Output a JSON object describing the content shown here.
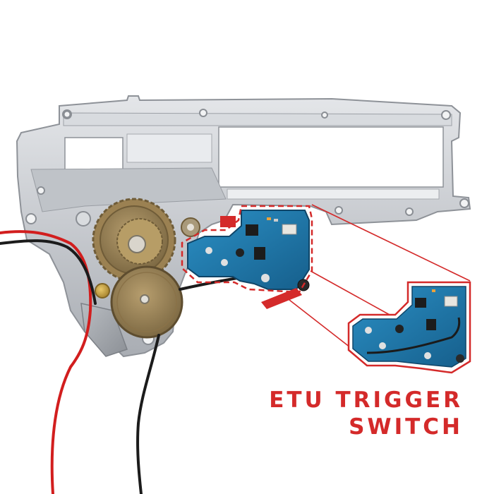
{
  "caption": {
    "line1": "ETU TRIGGER",
    "line2": "SWITCH"
  },
  "colors": {
    "accent": "#d42a2a",
    "gearbox_metal": "#c8cbd0",
    "pcb": "#1f7fb0",
    "gear_bronze": "#a88a55"
  },
  "icons": [
    "gearbox-shell",
    "spur-gear",
    "sector-gear",
    "bevel-gear",
    "etu-circuit-board",
    "wire-red",
    "wire-black",
    "zoom-callout"
  ]
}
